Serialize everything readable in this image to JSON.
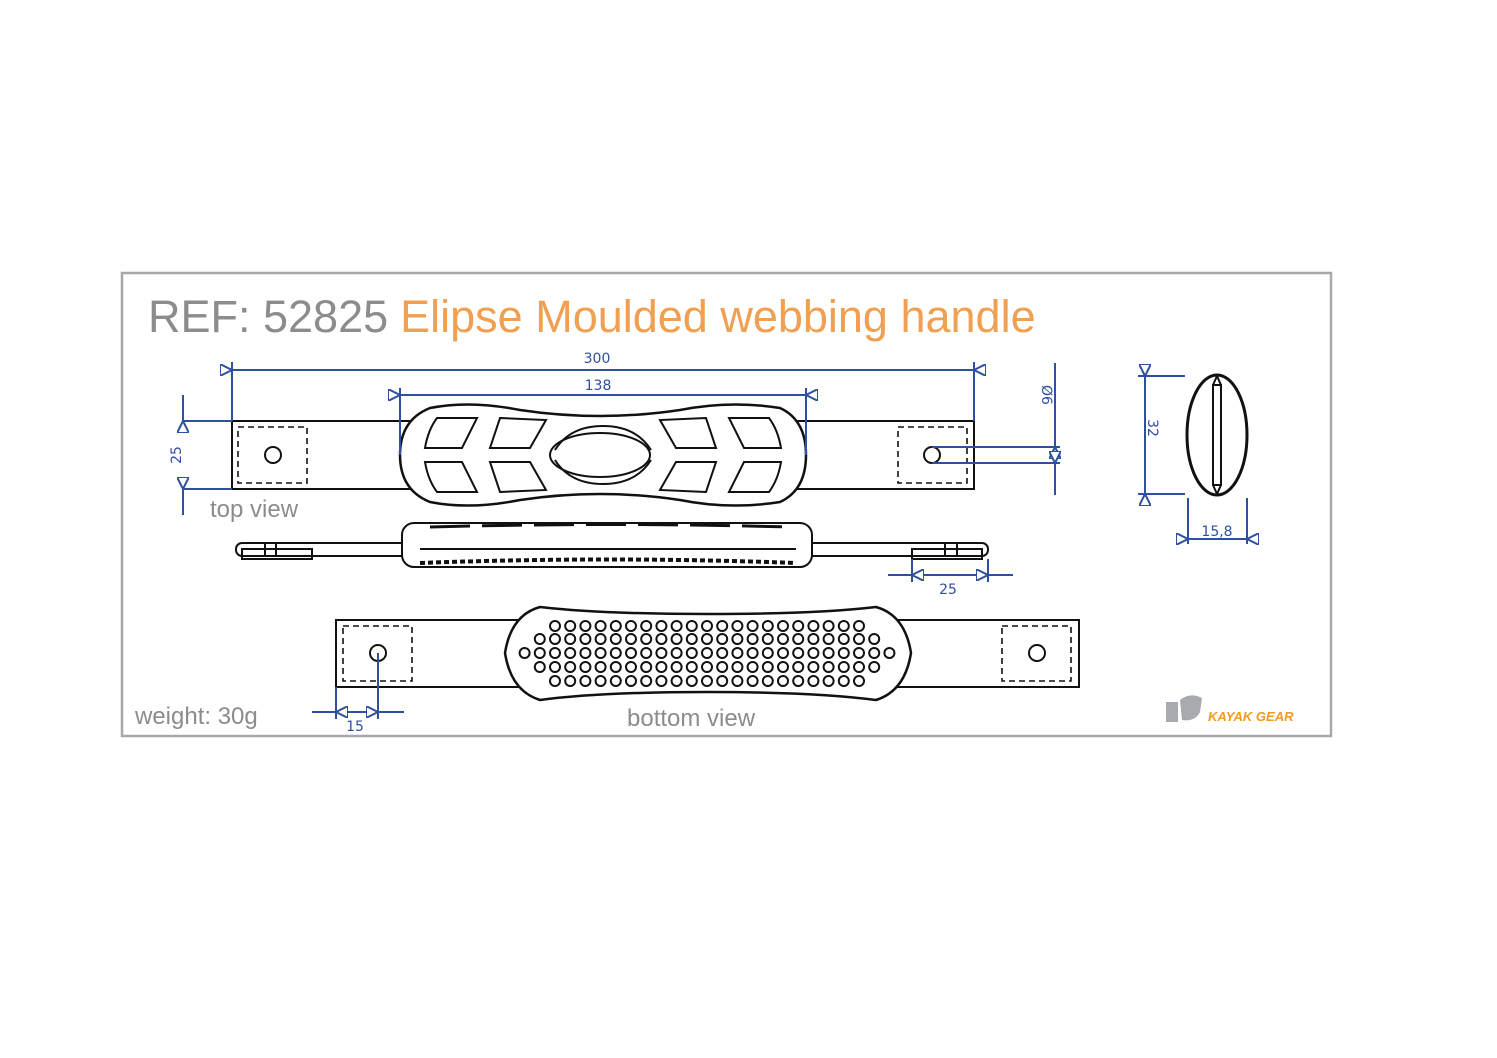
{
  "title": {
    "ref": "REF: 52825",
    "name": "Elipse Moulded webbing handle"
  },
  "views": {
    "top": "top view",
    "bottom": "bottom view"
  },
  "weight": "weight: 30g",
  "dimensions": {
    "overall_length": "300",
    "grip_length": "138",
    "strap_width": "25",
    "hole_diameter": "Ø6",
    "end_height": "32",
    "end_width": "15,8",
    "side_tab": "25",
    "hole_offset": "15"
  },
  "logo": {
    "text": "KAYAK GEAR"
  },
  "colors": {
    "accent": "#f0a050",
    "dimension": "#2f4fa0",
    "frame": "#a8a8a8"
  }
}
